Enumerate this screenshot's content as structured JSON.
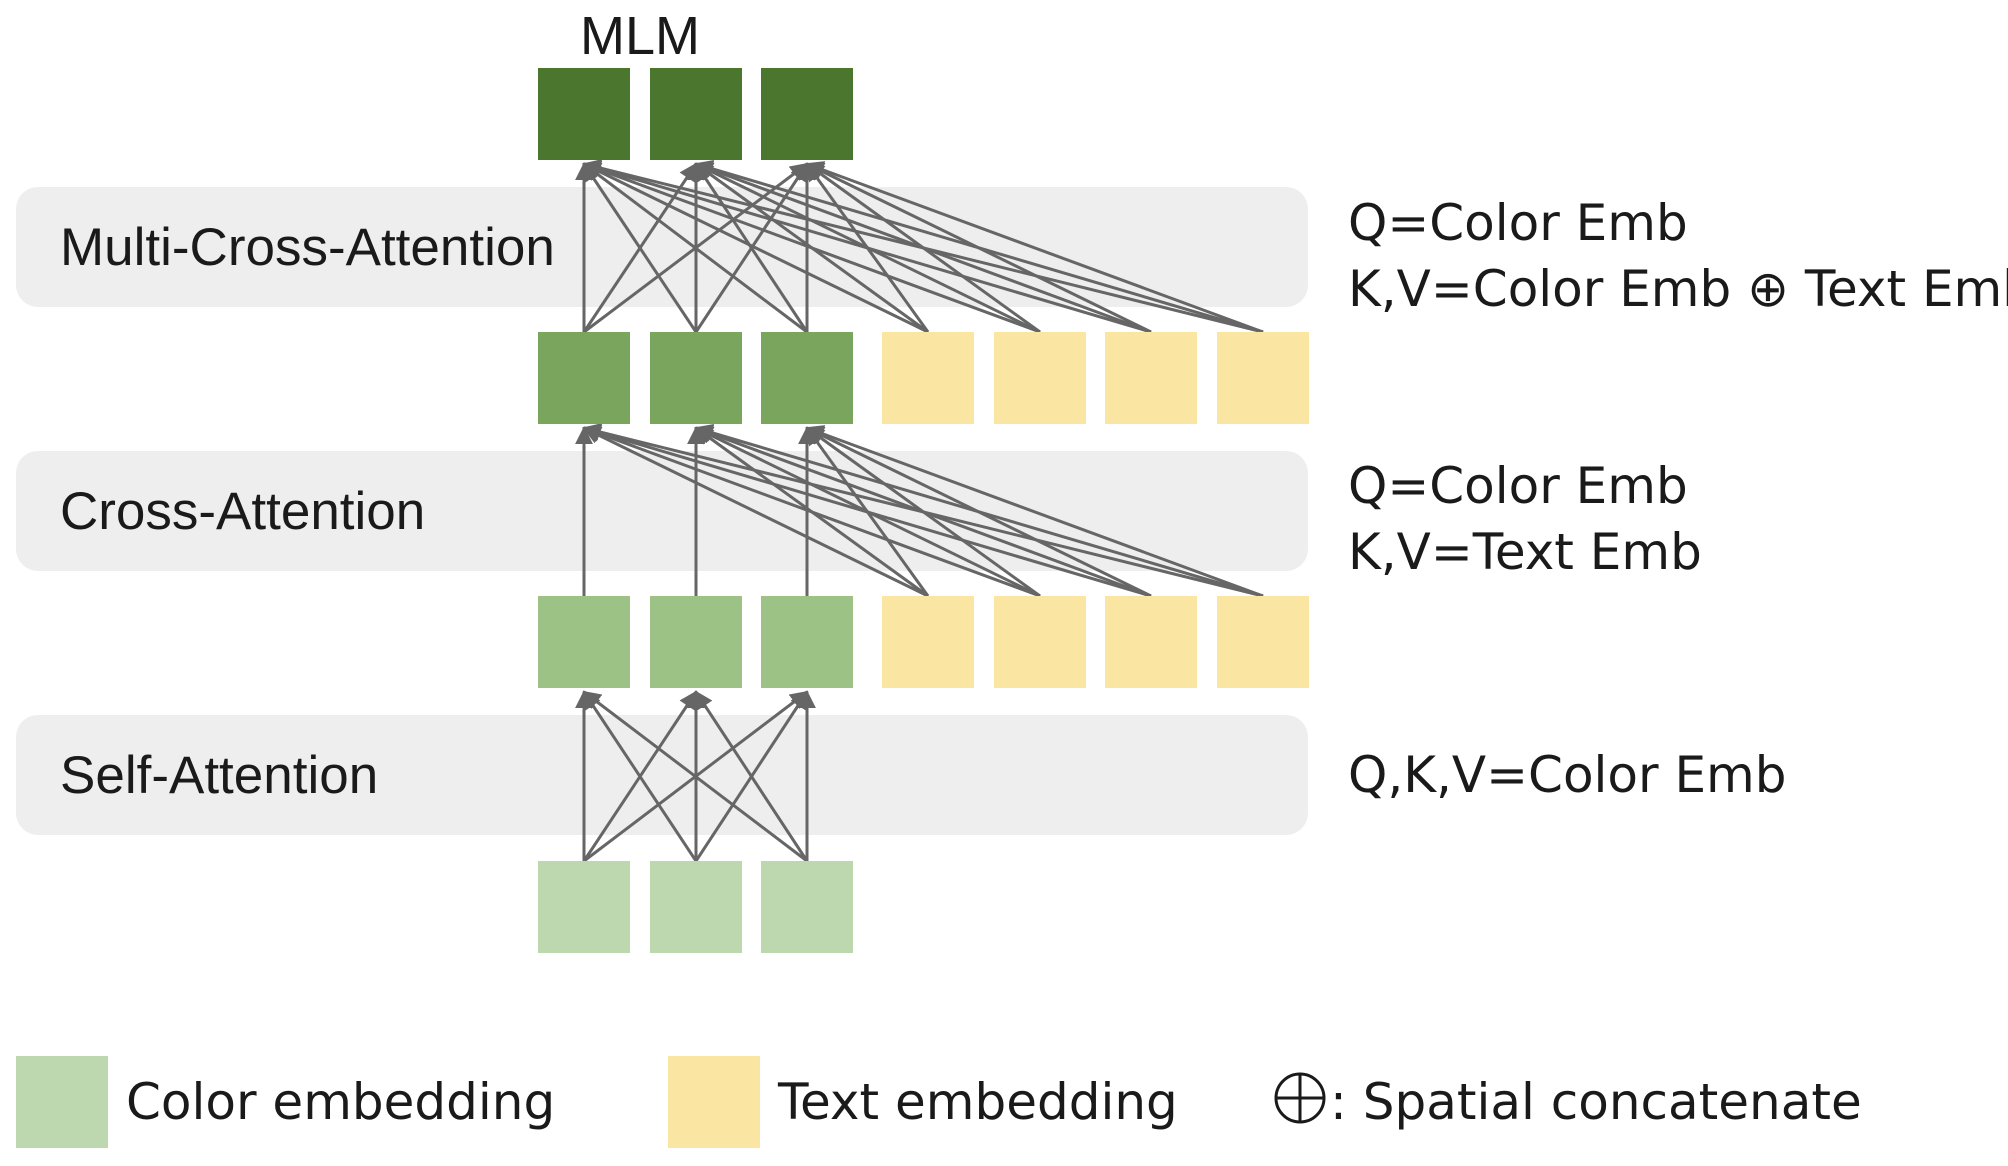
{
  "top_label": "MLM",
  "layers": [
    {
      "label": "Multi-Cross-Attention",
      "desc": [
        "Q=Color Emb",
        "K,V=Color Emb ⊕ Text Emb"
      ]
    },
    {
      "label": "Cross-Attention",
      "desc": [
        "Q=Color Emb",
        "K,V=Text Emb"
      ]
    },
    {
      "label": "Self-Attention",
      "desc": [
        "Q,K,V=Color Emb"
      ]
    }
  ],
  "legend": {
    "color_embedding": "Color embedding",
    "text_embedding": "Text embedding",
    "concat": ": Spatial concatenate"
  },
  "colors": {
    "panel": "#eeeeee",
    "arrow": "#666666",
    "color_emb_level0": "#bdd7ae",
    "color_emb_level1": "#9cc385",
    "color_emb_level2": "#79a65c",
    "color_emb_level3": "#4a772d",
    "text_emb": "#fbe5a3"
  }
}
